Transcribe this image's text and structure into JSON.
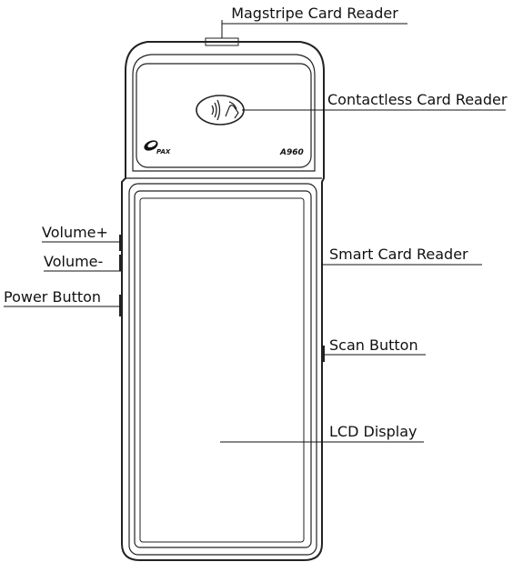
{
  "device": {
    "model": "A960",
    "brand": "PAX"
  },
  "callouts": {
    "magstripe": "Magstripe Card Reader",
    "contactless": "Contactless Card Reader",
    "volume_up": "Volume+",
    "volume_down": "Volume-",
    "smart_card": "Smart Card Reader",
    "power": "Power Button",
    "scan": "Scan Button",
    "lcd": "LCD Display"
  },
  "icons": {
    "contactless_symbol": "contactless-payment-icon",
    "brand_logo": "pax-logo-icon"
  }
}
